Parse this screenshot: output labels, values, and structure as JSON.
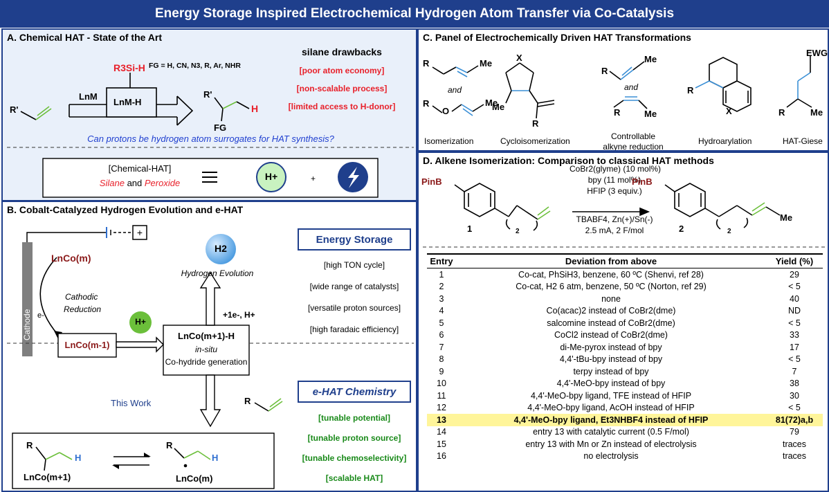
{
  "header": {
    "title": "Energy Storage Inspired Electrochemical Hydrogen Atom Transfer via Co-Catalysis"
  },
  "panel_a": {
    "title": "A. Chemical HAT - State of the Art",
    "reagent": "R3Si-H",
    "fg_note": "FG = H, CN, N3, R, Ar, NHR",
    "drawbacks_title": "silane drawbacks",
    "drawbacks": [
      "[poor atom economy]",
      "[non-scalable process]",
      "[limited access to H-donor]"
    ],
    "lnm": "LnM",
    "lnmh": "LnM-H",
    "substrate_r": "R'",
    "product_r": "R'",
    "product_fg": "FG",
    "product_h": "H",
    "question": "Can protons be hydrogen atom surrogates for HAT synthesis?",
    "chem_hat": "[Chemical-HAT]",
    "silane": "Silane",
    "and_word": "and",
    "peroxide": "Peroxide",
    "proton": "H+",
    "plus": "+"
  },
  "panel_b": {
    "title": "B. Cobalt-Catalyzed Hydrogen Evolution and e-HAT",
    "cathode": "Cathode",
    "lnco_m": "LnCo(m)",
    "electron": "e-",
    "cathodic": "Cathodic",
    "reduction": "Reduction",
    "lnco_m1": "LnCo(m-1)",
    "proton": "H+",
    "h2": "H2",
    "hydrogen_evolution": "Hydrogen Evolution",
    "plus_e": "+1e-, H+",
    "hydride": "LnCo(m+1)-H",
    "in_situ": "in-situ",
    "cohydride": "Co-hydride generation",
    "this_work": "This Work",
    "energy_storage": "Energy Storage",
    "es_points": [
      "[high TON cycle]",
      "[wide range of catalysts]",
      "[versatile proton sources]",
      "[high faradaic efficiency]"
    ],
    "ehat": "e-HAT Chemistry",
    "ehat_points": [
      "[tunable potential]",
      "[tunable proton source]",
      "[tunable chemoselectivity]",
      "[scalable HAT]"
    ],
    "alkene_r": "R",
    "bottom_left_r": "R",
    "bottom_left_h": "H",
    "bottom_left_co": "LnCo(m+1)",
    "bottom_right_r": "R",
    "bottom_right_h": "H",
    "bottom_right_co": "LnCo(m)",
    "battery_plus": "+"
  },
  "panel_c": {
    "title": "C. Panel of Electrochemically Driven HAT Transformations",
    "labels": [
      "Isomerization",
      "Cycloisomerization",
      "Controllable",
      "alkyne reduction",
      "Hydroarylation",
      "HAT-Giese"
    ],
    "and_word": "and",
    "me": "Me",
    "r": "R",
    "o": "O",
    "x": "X",
    "ewg": "EWG"
  },
  "panel_d": {
    "title": "D. Alkene Isomerization: Comparison to classical HAT methods",
    "conditions_top": [
      "CoBr2(glyme) (10 mol%)",
      "bpy (11 mol%)",
      "HFIP (3 equiv.)"
    ],
    "conditions_bottom": [
      "TBABF4, Zn(+)/Sn(-)",
      "2.5 mA, 2 F/mol"
    ],
    "pinb": "PinB",
    "compound1": "1",
    "compound2": "2",
    "n_sub": "2",
    "me": "Me",
    "table": {
      "headers": [
        "Entry",
        "Deviation from above",
        "Yield (%)"
      ],
      "rows": [
        [
          "1",
          "Co-cat, PhSiH3, benzene, 60 ºC (Shenvi, ref 28)",
          "29"
        ],
        [
          "2",
          "Co-cat, H2 6 atm, benzene, 50 ºC (Norton, ref 29)",
          "< 5"
        ],
        [
          "3",
          "none",
          "40"
        ],
        [
          "4",
          "Co(acac)2 instead of CoBr2(dme)",
          "ND"
        ],
        [
          "5",
          "salcomine instead of CoBr2(dme)",
          "< 5"
        ],
        [
          "6",
          "CoCl2 instead of CoBr2(dme)",
          "33"
        ],
        [
          "7",
          "di-Me-pyrox instead of bpy",
          "17"
        ],
        [
          "8",
          "4,4'-tBu-bpy instead of bpy",
          "< 5"
        ],
        [
          "9",
          "terpy instead of bpy",
          "7"
        ],
        [
          "10",
          "4,4'-MeO-bpy instead of bpy",
          "38"
        ],
        [
          "11",
          "4,4'-MeO-bpy ligand, TFE instead of HFIP",
          "30"
        ],
        [
          "12",
          "4,4'-MeO-bpy ligand, AcOH instead of HFIP",
          "< 5"
        ],
        [
          "13",
          "4,4'-MeO-bpy ligand, Et3NHBF4 instead of HFIP",
          "81(72)a,b"
        ],
        [
          "14",
          "entry 13 with catalytic current (0.5 F/mol)",
          "79"
        ],
        [
          "15",
          "entry 13 with Mn or Zn instead of electrolysis",
          "traces"
        ],
        [
          "16",
          "no electrolysis",
          "traces"
        ]
      ],
      "highlight_row": 12
    }
  },
  "colors": {
    "navy": "#1f3f8c",
    "red": "#e8202a",
    "green": "#1a8a1a",
    "highlight": "#fff59a",
    "bond_blue": "#3a8fd6",
    "bond_green": "#6bbf3a"
  }
}
